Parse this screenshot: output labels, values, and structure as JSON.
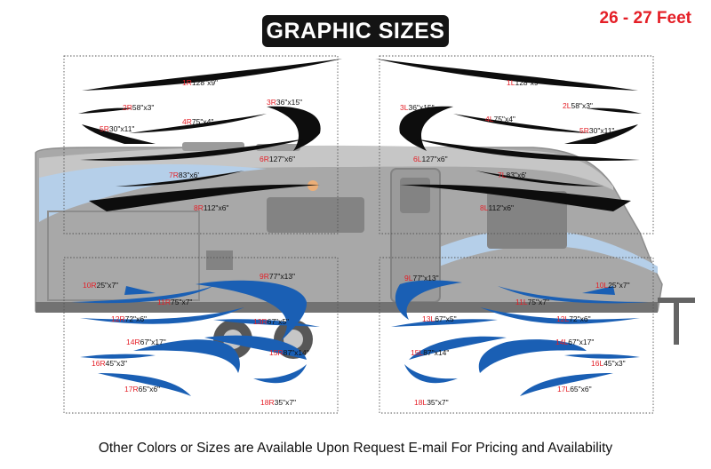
{
  "header": {
    "title": "GRAPHIC SIZES",
    "size_range": "26 - 27 Feet"
  },
  "footer": {
    "note": "Other Colors or Sizes are Available Upon Request E-mail For Pricing and Availability"
  },
  "colors": {
    "title_badge": "#141414",
    "size_range_text": "#e41e26",
    "code_text": "#e41e26",
    "decal_black": "#0d0d0d",
    "decal_blue": "#1a5fb4",
    "trailer_gray": "#9a9a9a",
    "trailer_light_blue": "#a9c7e6"
  },
  "decals": [
    {
      "code": "1R",
      "size": "128\"x9\""
    },
    {
      "code": "2R",
      "size": "58\"x3\""
    },
    {
      "code": "3R",
      "size": "36\"x15\""
    },
    {
      "code": "4R",
      "size": "75\"x4\""
    },
    {
      "code": "5R",
      "size": "30\"x11\""
    },
    {
      "code": "6R",
      "size": "127\"x6\""
    },
    {
      "code": "7R",
      "size": "83\"x6'"
    },
    {
      "code": "8R",
      "size": "112\"x6\""
    },
    {
      "code": "1L",
      "size": "128\"x9\""
    },
    {
      "code": "2L",
      "size": "58\"x3\""
    },
    {
      "code": "3L",
      "size": "36\"x15\""
    },
    {
      "code": "4L",
      "size": "75\"x4\""
    },
    {
      "code": "5R",
      "size": "30\"x11\""
    },
    {
      "code": "6L",
      "size": "127\"x6\""
    },
    {
      "code": "7L",
      "size": "83\"x6'"
    },
    {
      "code": "8L",
      "size": "112\"x6\""
    },
    {
      "code": "10R",
      "size": "25\"x7\""
    },
    {
      "code": "11R",
      "size": "75\"x7\""
    },
    {
      "code": "9R",
      "size": "77\"x13\""
    },
    {
      "code": "12R",
      "size": "72\"x6\""
    },
    {
      "code": "13R",
      "size": "67\"x5\""
    },
    {
      "code": "14R",
      "size": "67\"x17\""
    },
    {
      "code": "15R",
      "size": "87\"x14\""
    },
    {
      "code": "16R",
      "size": "45\"x3\""
    },
    {
      "code": "17R",
      "size": "65\"x6\""
    },
    {
      "code": "18R",
      "size": "35\"x7\""
    },
    {
      "code": "9L",
      "size": "77\"x13\""
    },
    {
      "code": "10L",
      "size": "25\"x7\""
    },
    {
      "code": "11L",
      "size": "75\"x7\""
    },
    {
      "code": "13L",
      "size": "67\"x5\""
    },
    {
      "code": "12L",
      "size": "72\"x6\""
    },
    {
      "code": "14L",
      "size": "67\"x17\""
    },
    {
      "code": "15L",
      "size": "87\"x14\""
    },
    {
      "code": "16L",
      "size": "45\"x3\""
    },
    {
      "code": "17L",
      "size": "65\"x6\""
    },
    {
      "code": "18L",
      "size": "35\"x7\""
    }
  ]
}
